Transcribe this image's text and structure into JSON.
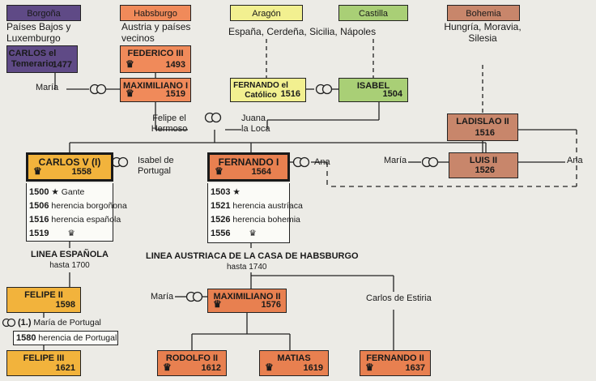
{
  "houses": [
    {
      "label": "Borgoña",
      "color": "#5f4a86"
    },
    {
      "label": "Habsburgo",
      "color": "#f08a5a"
    },
    {
      "label": "Aragón",
      "color": "#f2f090"
    },
    {
      "label": "Castilla",
      "color": "#a9cf76"
    },
    {
      "label": "Bohemia",
      "color": "#c8866b"
    }
  ],
  "regions": {
    "borgona": "Países Bajos y Luxemburgo",
    "habsburgo": "Austria y países vecinos",
    "aragon": "España, Cerdeña, Sicilia, Nápoles",
    "bohemia": "Hungría, Moravia, Silesia"
  },
  "persons": {
    "carlos_temerario": {
      "name": "CARLOS el Temerario",
      "year": "1477"
    },
    "federico": {
      "name": "FEDERICO III",
      "year": "1493"
    },
    "maximiliano1": {
      "name": "MAXIMILIANO I",
      "year": "1519"
    },
    "fernando_catolico": {
      "name": "FERNANDO el Católico",
      "year": "1516"
    },
    "isabel": {
      "name": "ISABEL",
      "year": "1504"
    },
    "ladislao": {
      "name": "LADISLAO II",
      "year": "1516"
    },
    "luis": {
      "name": "LUIS II",
      "year": "1526"
    },
    "carlos5": {
      "name": "CARLOS V (I)",
      "year": "1558"
    },
    "fernando1": {
      "name": "FERNANDO I",
      "year": "1564"
    },
    "felipe2": {
      "name": "FELIPE II",
      "year": "1598"
    },
    "maximiliano2": {
      "name": "MAXIMILIANO II",
      "year": "1576"
    },
    "felipe3": {
      "name": "FELIPE III",
      "year": "1621"
    },
    "rodolfo": {
      "name": "RODOLFO II",
      "year": "1612"
    },
    "matias": {
      "name": "MATIAS",
      "year": "1619"
    },
    "fernando2": {
      "name": "FERNANDO II",
      "year": "1637"
    }
  },
  "labels": {
    "maria1": "María",
    "felipe_hermoso": "Felipe el Hermoso",
    "juana": "Juana la Loca",
    "isabel_portugal": "Isabel de Portugal",
    "ana1": "Ana",
    "maria2": "María",
    "ana2": "Ana",
    "maria3": "María",
    "carlos_estiria": "Carlos de Estiria"
  },
  "carlos_events": [
    {
      "year": "1500",
      "text": "Gante"
    },
    {
      "year": "1506",
      "text": "herencia borgoñona"
    },
    {
      "year": "1516",
      "text": "herencia española"
    },
    {
      "year": "1519",
      "text": ""
    }
  ],
  "fernando_events": [
    {
      "year": "1503",
      "text": ""
    },
    {
      "year": "1521",
      "text": "herencia austríaca"
    },
    {
      "year": "1526",
      "text": "herencia bohemia"
    },
    {
      "year": "1556",
      "text": ""
    }
  ],
  "lines": {
    "espanola": {
      "title": "LINEA ESPAÑOLA",
      "sub": "hasta 1700"
    },
    "austriaca": {
      "title": "LINEA AUSTRIACA DE LA CASA DE HABSBURGO",
      "sub": "hasta 1740"
    }
  },
  "felipe_notes": [
    {
      "prefix": "(1.)",
      "text": "María de Portugal"
    },
    {
      "prefix": "1580",
      "text": "herencia de Portugal"
    }
  ]
}
